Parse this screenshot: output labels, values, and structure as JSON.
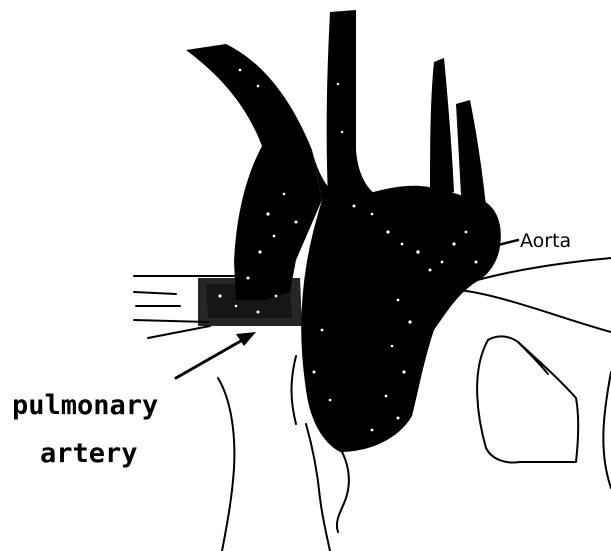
{
  "labels": {
    "aorta": "Aorta",
    "pulmonary_line1": "pulmonary",
    "pulmonary_line2": "artery"
  },
  "colors": {
    "ink": "#000000",
    "paper": "#ffffff"
  }
}
